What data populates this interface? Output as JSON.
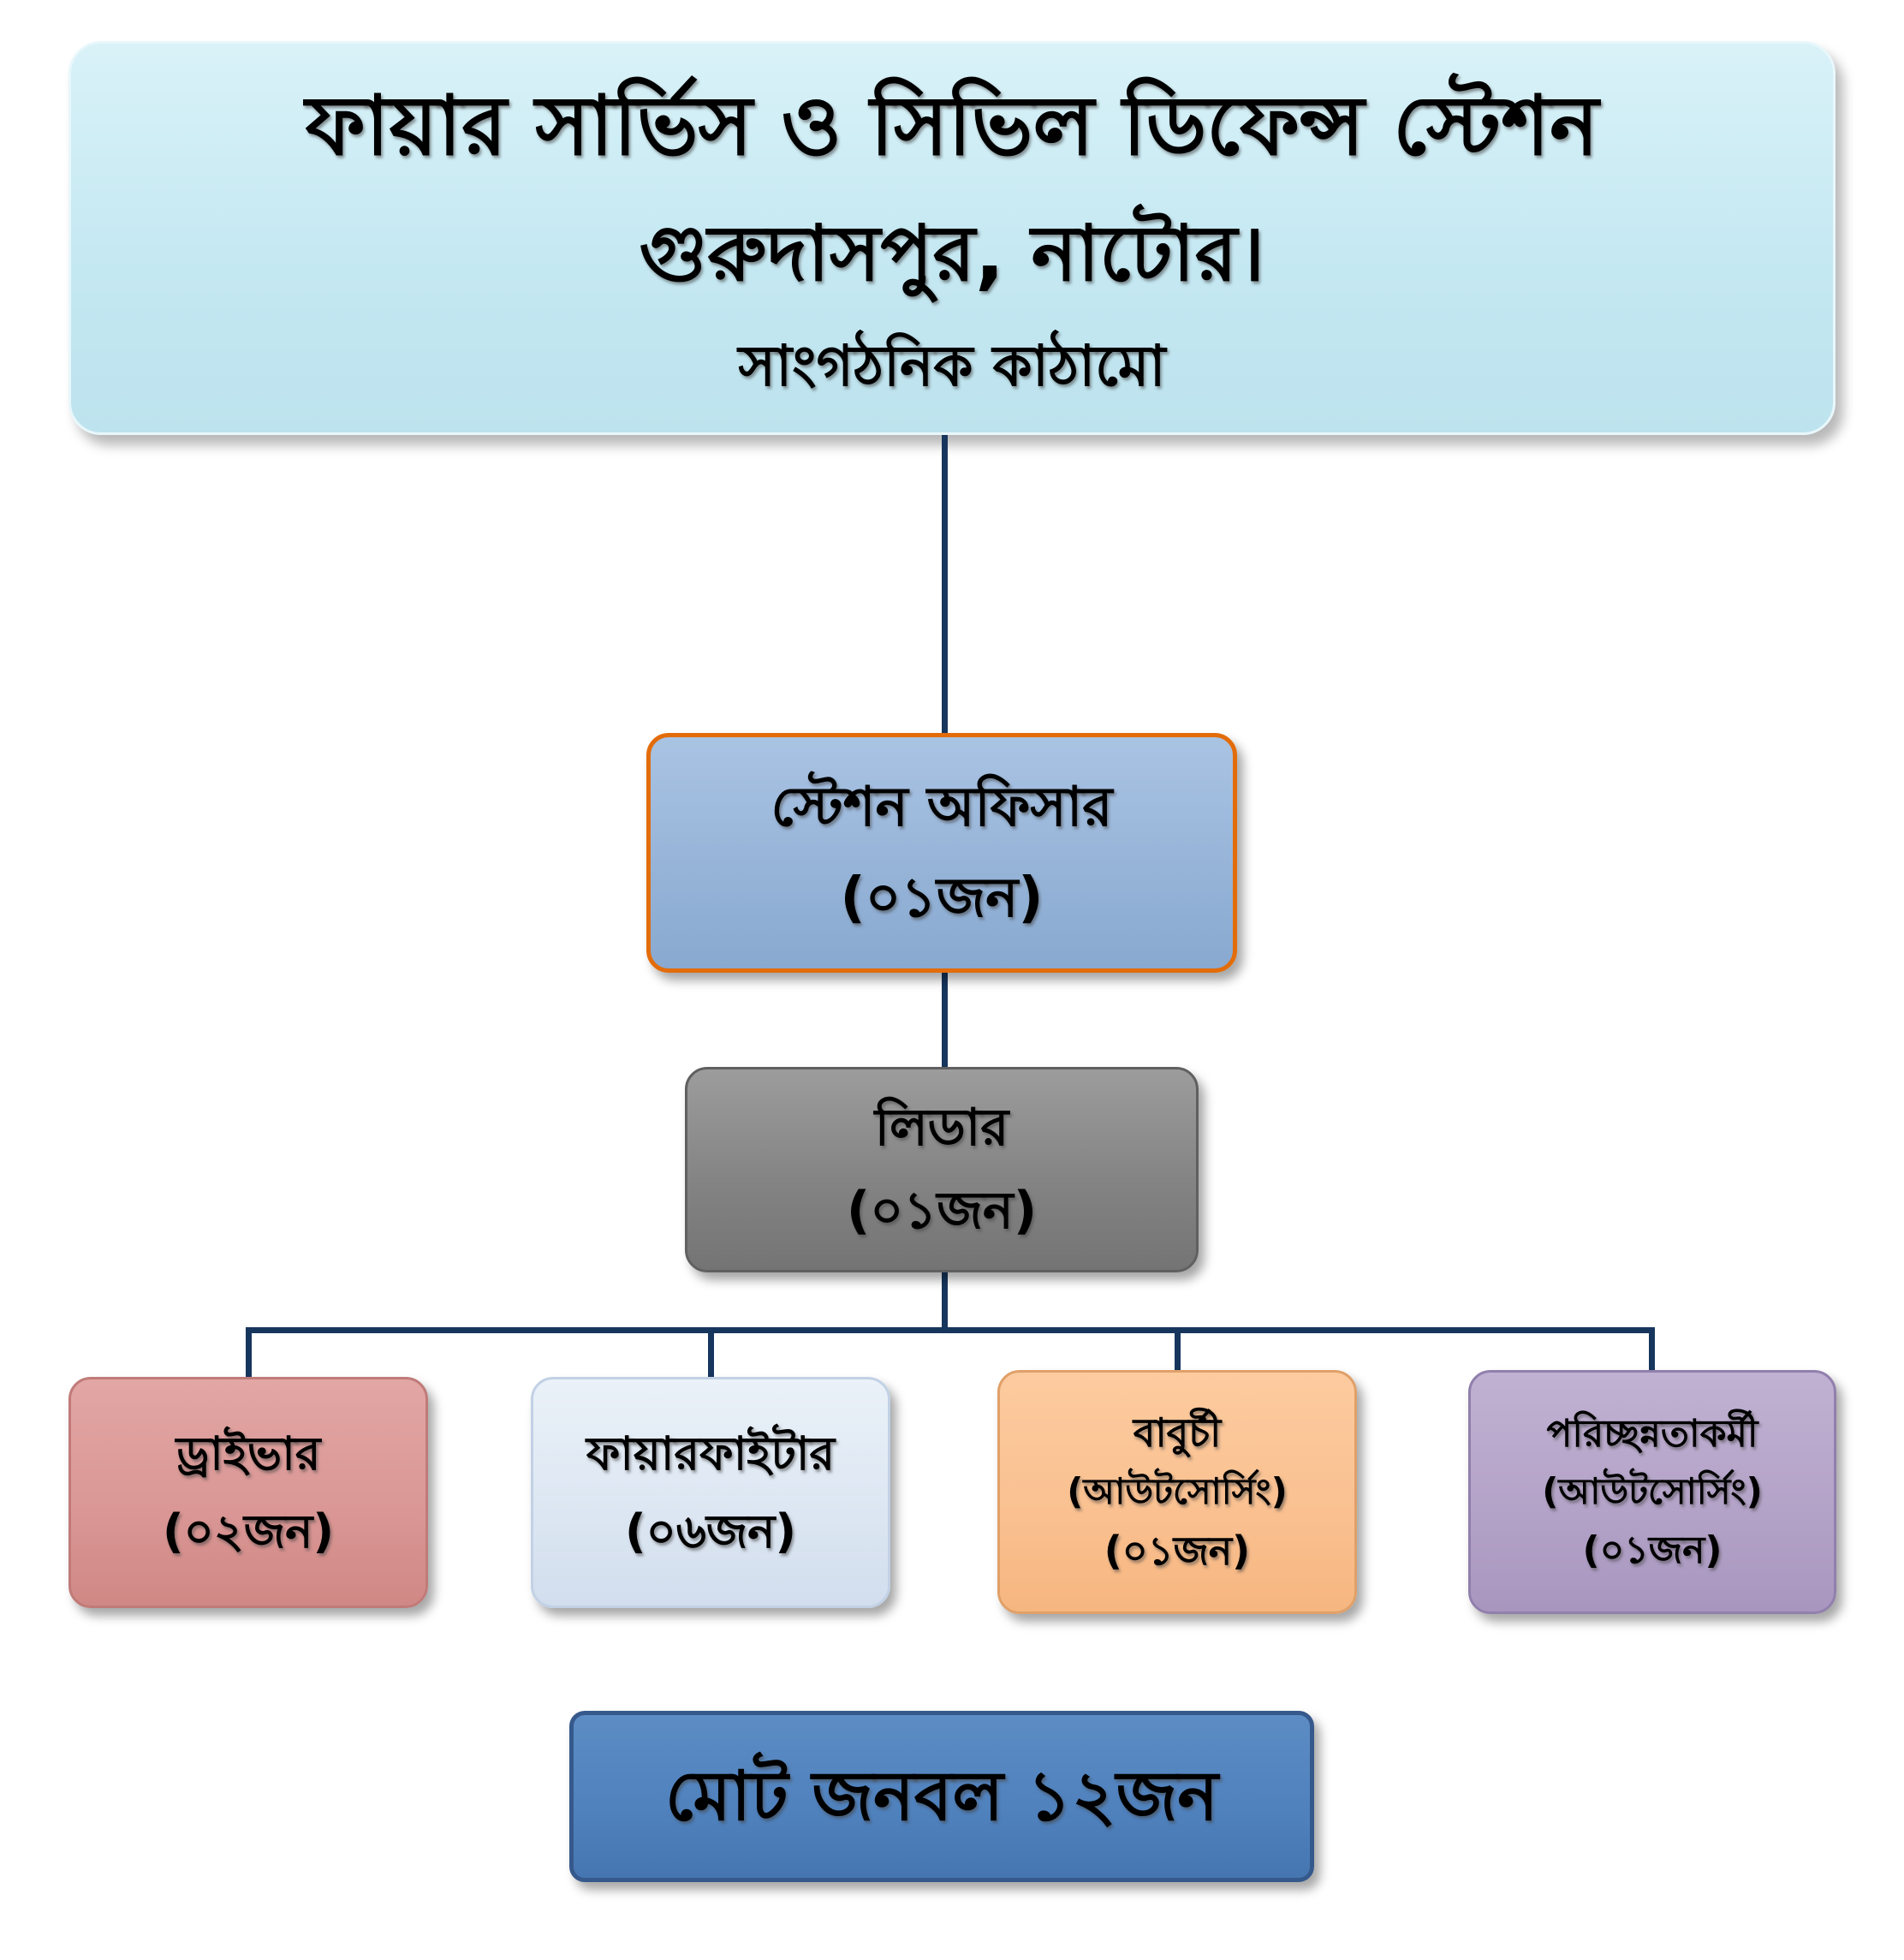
{
  "header": {
    "line1": "ফায়ার সার্ভিস ও সিভিল ডিফেন্স স্টেশন",
    "line2": "গুরুদাসপুর, নাটোর।",
    "line3": "সাংগঠনিক কাঠামো"
  },
  "nodes": {
    "station_officer": {
      "title": "স্টেশন অফিসার",
      "count": "(০১জন)"
    },
    "leader": {
      "title": "লিডার",
      "count": "(০১জন)"
    },
    "driver": {
      "title": "ড্রাইভার",
      "count": "(০২জন)"
    },
    "firefighter": {
      "title": "ফায়ারফাইটার",
      "count": "(০৬জন)"
    },
    "cook": {
      "title": "বাবুর্চী",
      "subtitle": "(আউটসোর্সিং)",
      "count": "(০১জন)"
    },
    "cleaner": {
      "title": "পরিচ্ছন্নতাকর্মী",
      "subtitle": "(আউটসোর্সিং)",
      "count": "(০১জন)"
    }
  },
  "total": {
    "label": "মোট জনবল  ১২জন"
  },
  "colors": {
    "connector": "#17365d",
    "title_fill": "#c5e8f2",
    "station_fill": "#95b3d7",
    "station_border": "#e36c0a",
    "leader_fill": "#828282",
    "driver_fill": "#d99694",
    "firefighter_fill": "#dce6f2",
    "cook_fill": "#fac090",
    "cleaner_fill": "#b3a2c7",
    "total_fill": "#4f81bd"
  }
}
